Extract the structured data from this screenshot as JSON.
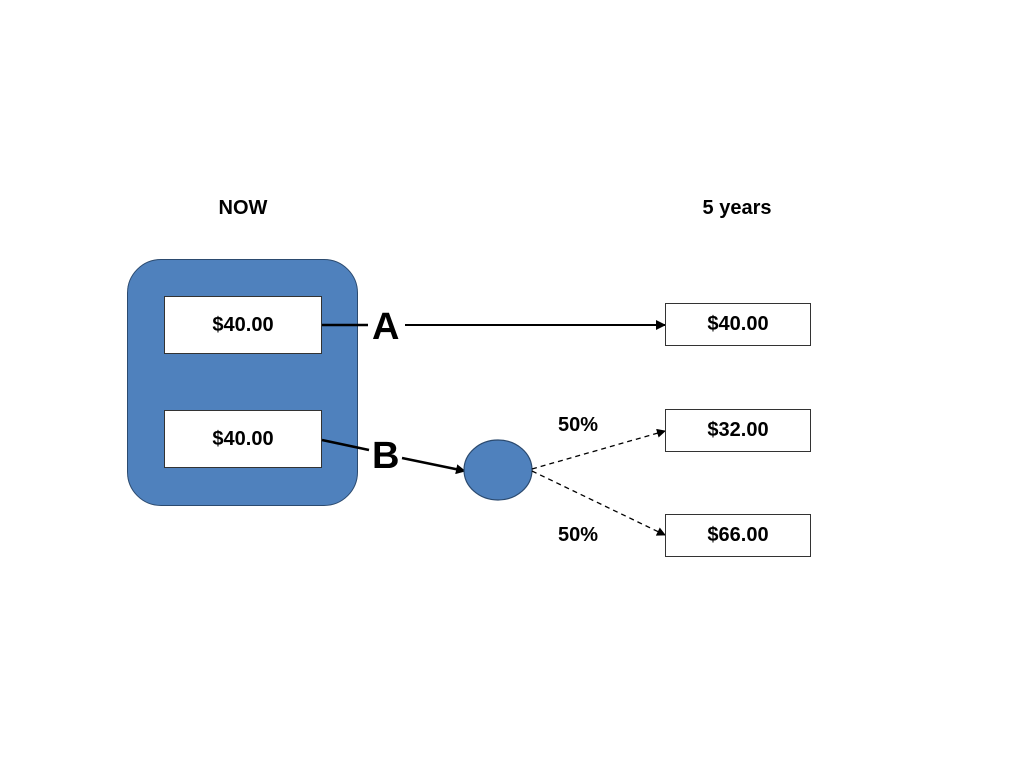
{
  "headers": {
    "now": "NOW",
    "future": "5 years"
  },
  "now_values": {
    "a": "$40.00",
    "b": "$40.00"
  },
  "options": {
    "a": "A",
    "b": "B"
  },
  "outcomes": {
    "a": "$40.00",
    "b_low": "$32.00",
    "b_high": "$66.00"
  },
  "probabilities": {
    "low": "50%",
    "high": "50%"
  },
  "colors": {
    "container_fill": "#4f81bd",
    "chance_node_fill": "#4f81bd"
  }
}
